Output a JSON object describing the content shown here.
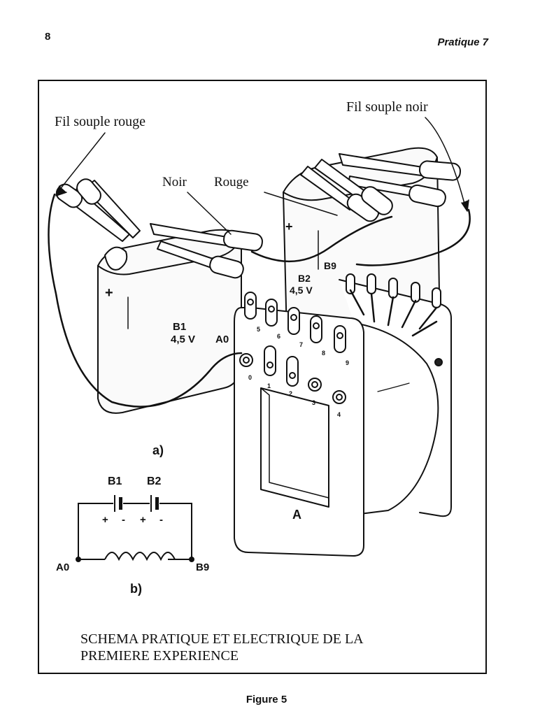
{
  "header": {
    "page_number": "8",
    "running_head": "Pratique 7"
  },
  "figure": {
    "labels": {
      "fil_rouge": "Fil souple rouge",
      "fil_noir": "Fil souple noir",
      "noir": "Noir",
      "rouge": "Rouge",
      "b1": "B1",
      "b1_v": "4,5 V",
      "b2": "B2",
      "b2_v": "4,5 V",
      "a0": "A0",
      "b9": "B9",
      "plus": "+",
      "a": "A",
      "part_a": "a)",
      "part_b": "b)",
      "term": [
        "0",
        "1",
        "2",
        "3",
        "4",
        "5",
        "6",
        "7",
        "8",
        "9"
      ]
    },
    "schematic": {
      "b1": "B1",
      "b2": "B2",
      "a0": "A0",
      "b9": "B9",
      "plus": "+",
      "minus": "-"
    },
    "caption_line1": "SCHEMA PRATIQUE ET ELECTRIQUE DE LA",
    "caption_line2": "PREMIERE EXPERIENCE"
  },
  "footer": {
    "figure_label": "Figure 5"
  }
}
